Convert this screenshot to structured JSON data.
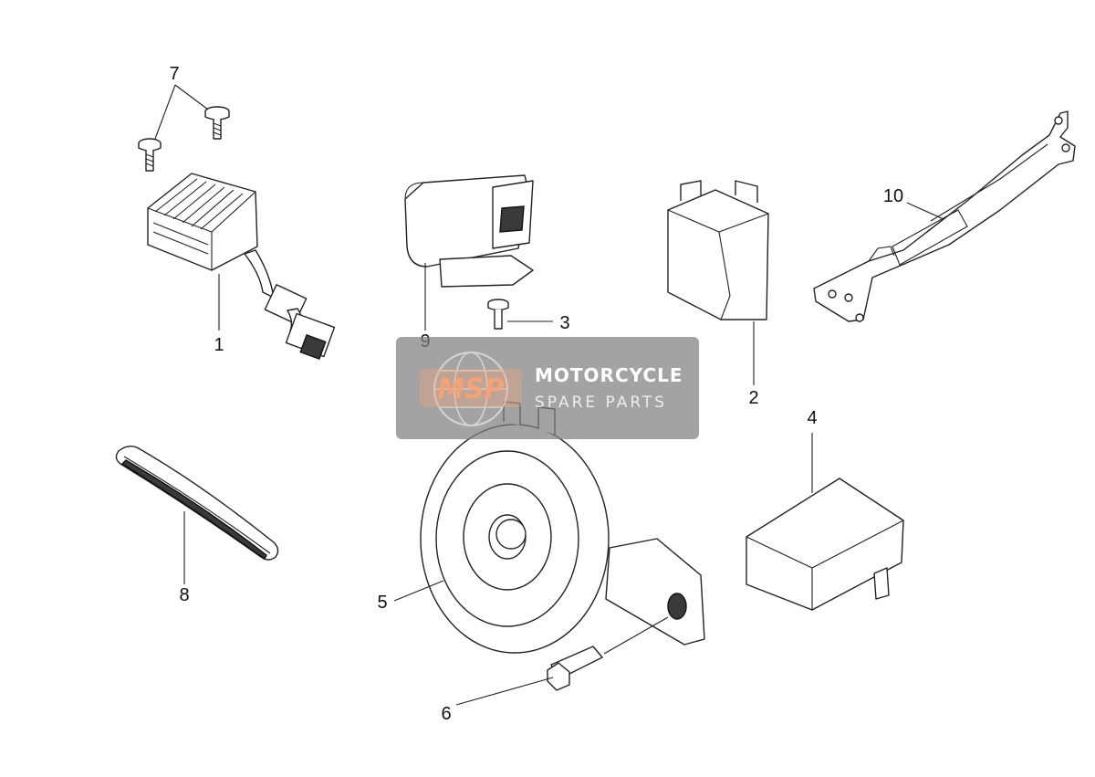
{
  "diagram": {
    "callouts": [
      {
        "id": "1",
        "label": "1"
      },
      {
        "id": "2",
        "label": "2"
      },
      {
        "id": "3",
        "label": "3"
      },
      {
        "id": "4",
        "label": "4"
      },
      {
        "id": "5",
        "label": "5"
      },
      {
        "id": "6",
        "label": "6"
      },
      {
        "id": "7",
        "label": "7"
      },
      {
        "id": "8",
        "label": "8"
      },
      {
        "id": "9",
        "label": "9"
      },
      {
        "id": "10",
        "label": "10"
      }
    ]
  },
  "watermark": {
    "logo_text": "MSP",
    "title": "MOTORCYCLE",
    "subtitle": "SPARE PARTS",
    "overlay_color": "#808080",
    "logo_color": "#f4a27a"
  }
}
